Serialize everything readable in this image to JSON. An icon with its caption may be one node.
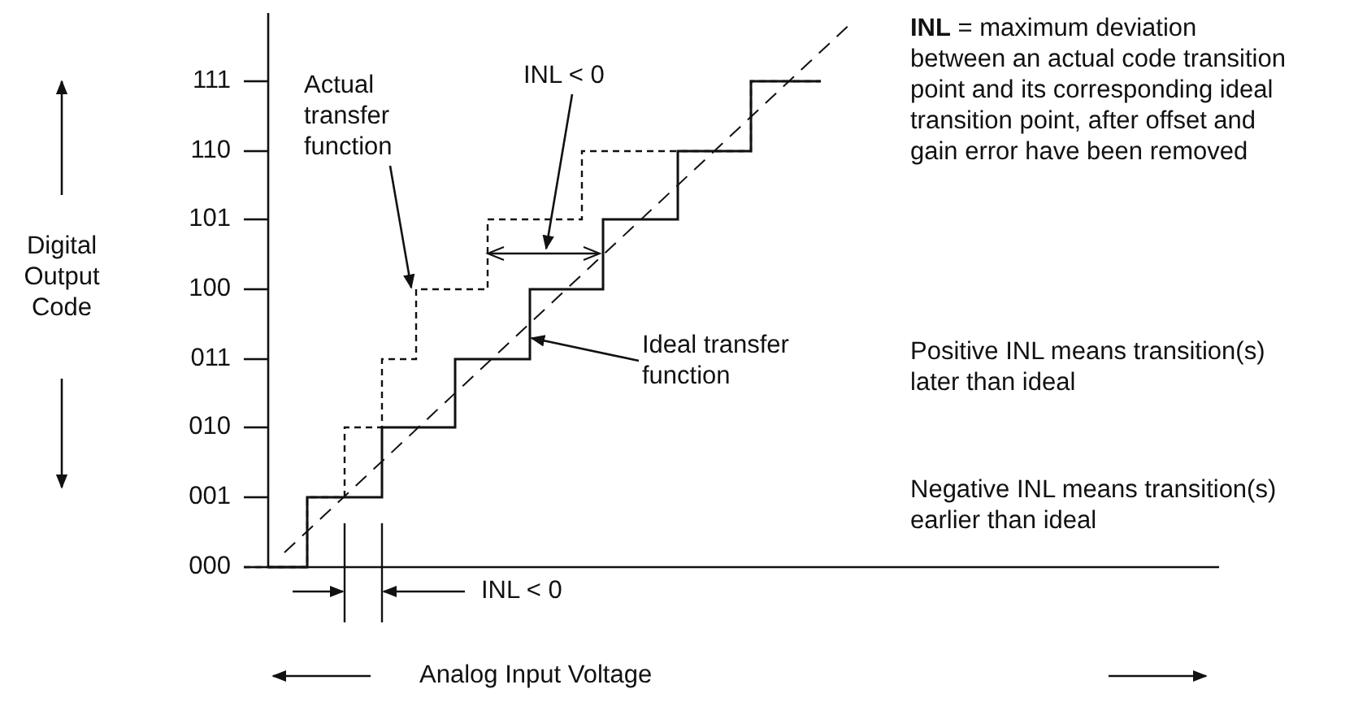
{
  "diagram": {
    "nodes": [
      {
        "text": [
          "Actual transfer function"
        ]
      },
      {
        "text": [
          "INL < 0"
        ]
      },
      {
        "text": [
          "Ideal transfer function"
        ]
      }
    ],
    "edges": [
      {
        "from": 0,
        "to": null,
        "arrow": "to"
      },
      {
        "from": 1,
        "to": null,
        "arrow": "to"
      },
      {
        "from": 2,
        "to": null,
        "arrow": "to"
      }
    ],
    "labels": [
      "111",
      "110",
      "101",
      "100",
      "011",
      "010",
      "001",
      "000",
      "Digital Output Code",
      "INL < 0",
      "Analog Input Voltage",
      "**INL** = maximum deviation between an actual code transition point and its corresponding ideal transition point, after offset and gain error have been removed",
      "Positive INL means transition(s) later than ideal",
      "Negative INL means transition(s) earlier than ideal"
    ]
  }
}
